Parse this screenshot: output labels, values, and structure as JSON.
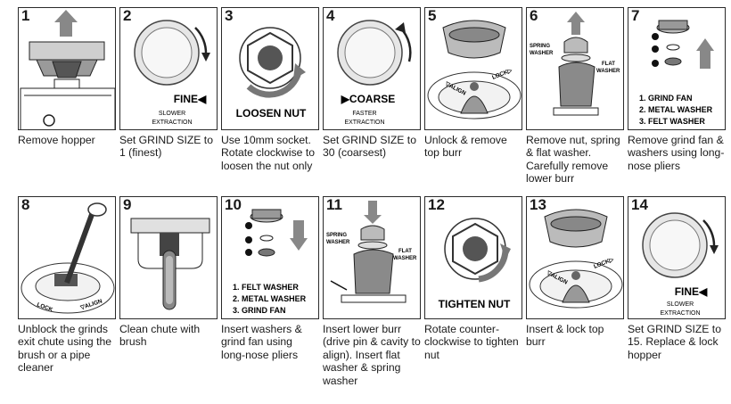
{
  "steps": [
    {
      "number": "1",
      "caption": "Remove hopper",
      "labels": {}
    },
    {
      "number": "2",
      "caption": "Set GRIND SIZE to 1 (finest)",
      "labels": {
        "main": "FINE◀",
        "sub1": "SLOWER",
        "sub2": "EXTRACTION"
      }
    },
    {
      "number": "3",
      "caption": "Use 10mm socket. Rotate clockwise to loosen the nut only",
      "labels": {
        "main": "LOOSEN NUT"
      }
    },
    {
      "number": "4",
      "caption": "Set GRIND SIZE to 30 (coarsest)",
      "labels": {
        "main": "▶COARSE",
        "sub1": "FASTER",
        "sub2": "EXTRACTION"
      }
    },
    {
      "number": "5",
      "caption": "Unlock & remove top burr",
      "labels": {
        "align": "▽ALIGN",
        "lock": "LOCK▷"
      }
    },
    {
      "number": "6",
      "caption": "Remove nut, spring & flat washer. Carefully remove lower burr",
      "labels": {
        "a1": "SPRING",
        "a2": "WASHER",
        "b1": "FLAT",
        "b2": "WASHER"
      }
    },
    {
      "number": "7",
      "caption": "Remove grind fan & washers using long-nose pliers",
      "labels": {
        "l1": "1. GRIND FAN",
        "l2": "2. METAL WASHER",
        "l3": "3. FELT WASHER"
      }
    },
    {
      "number": "8",
      "caption": "Unblock the grinds exit chute using the brush or a pipe cleaner",
      "labels": {
        "lock": "LOCK",
        "align": "▽ALIGN"
      }
    },
    {
      "number": "9",
      "caption": "Clean chute with brush",
      "labels": {}
    },
    {
      "number": "10",
      "caption": "Insert washers & grind fan using long-nose pliers",
      "labels": {
        "l1": "1. FELT WASHER",
        "l2": "2. METAL WASHER",
        "l3": "3. GRIND FAN"
      }
    },
    {
      "number": "11",
      "caption": "Insert lower burr (drive pin & cavity to align). Insert flat washer & spring washer",
      "labels": {
        "a1": "SPRING",
        "a2": "WASHER",
        "b1": "FLAT",
        "b2": "WASHER"
      }
    },
    {
      "number": "12",
      "caption": "Rotate counter-clockwise to tighten nut",
      "labels": {
        "main": "TIGHTEN NUT"
      }
    },
    {
      "number": "13",
      "caption": "Insert & lock top burr",
      "labels": {
        "align": "▽ALIGN",
        "lock": "LOCK▷"
      }
    },
    {
      "number": "14",
      "caption": "Set GRIND SIZE to 15. Replace & lock hopper",
      "labels": {
        "main": "FINE◀",
        "sub1": "SLOWER",
        "sub2": "EXTRACTION"
      }
    }
  ]
}
